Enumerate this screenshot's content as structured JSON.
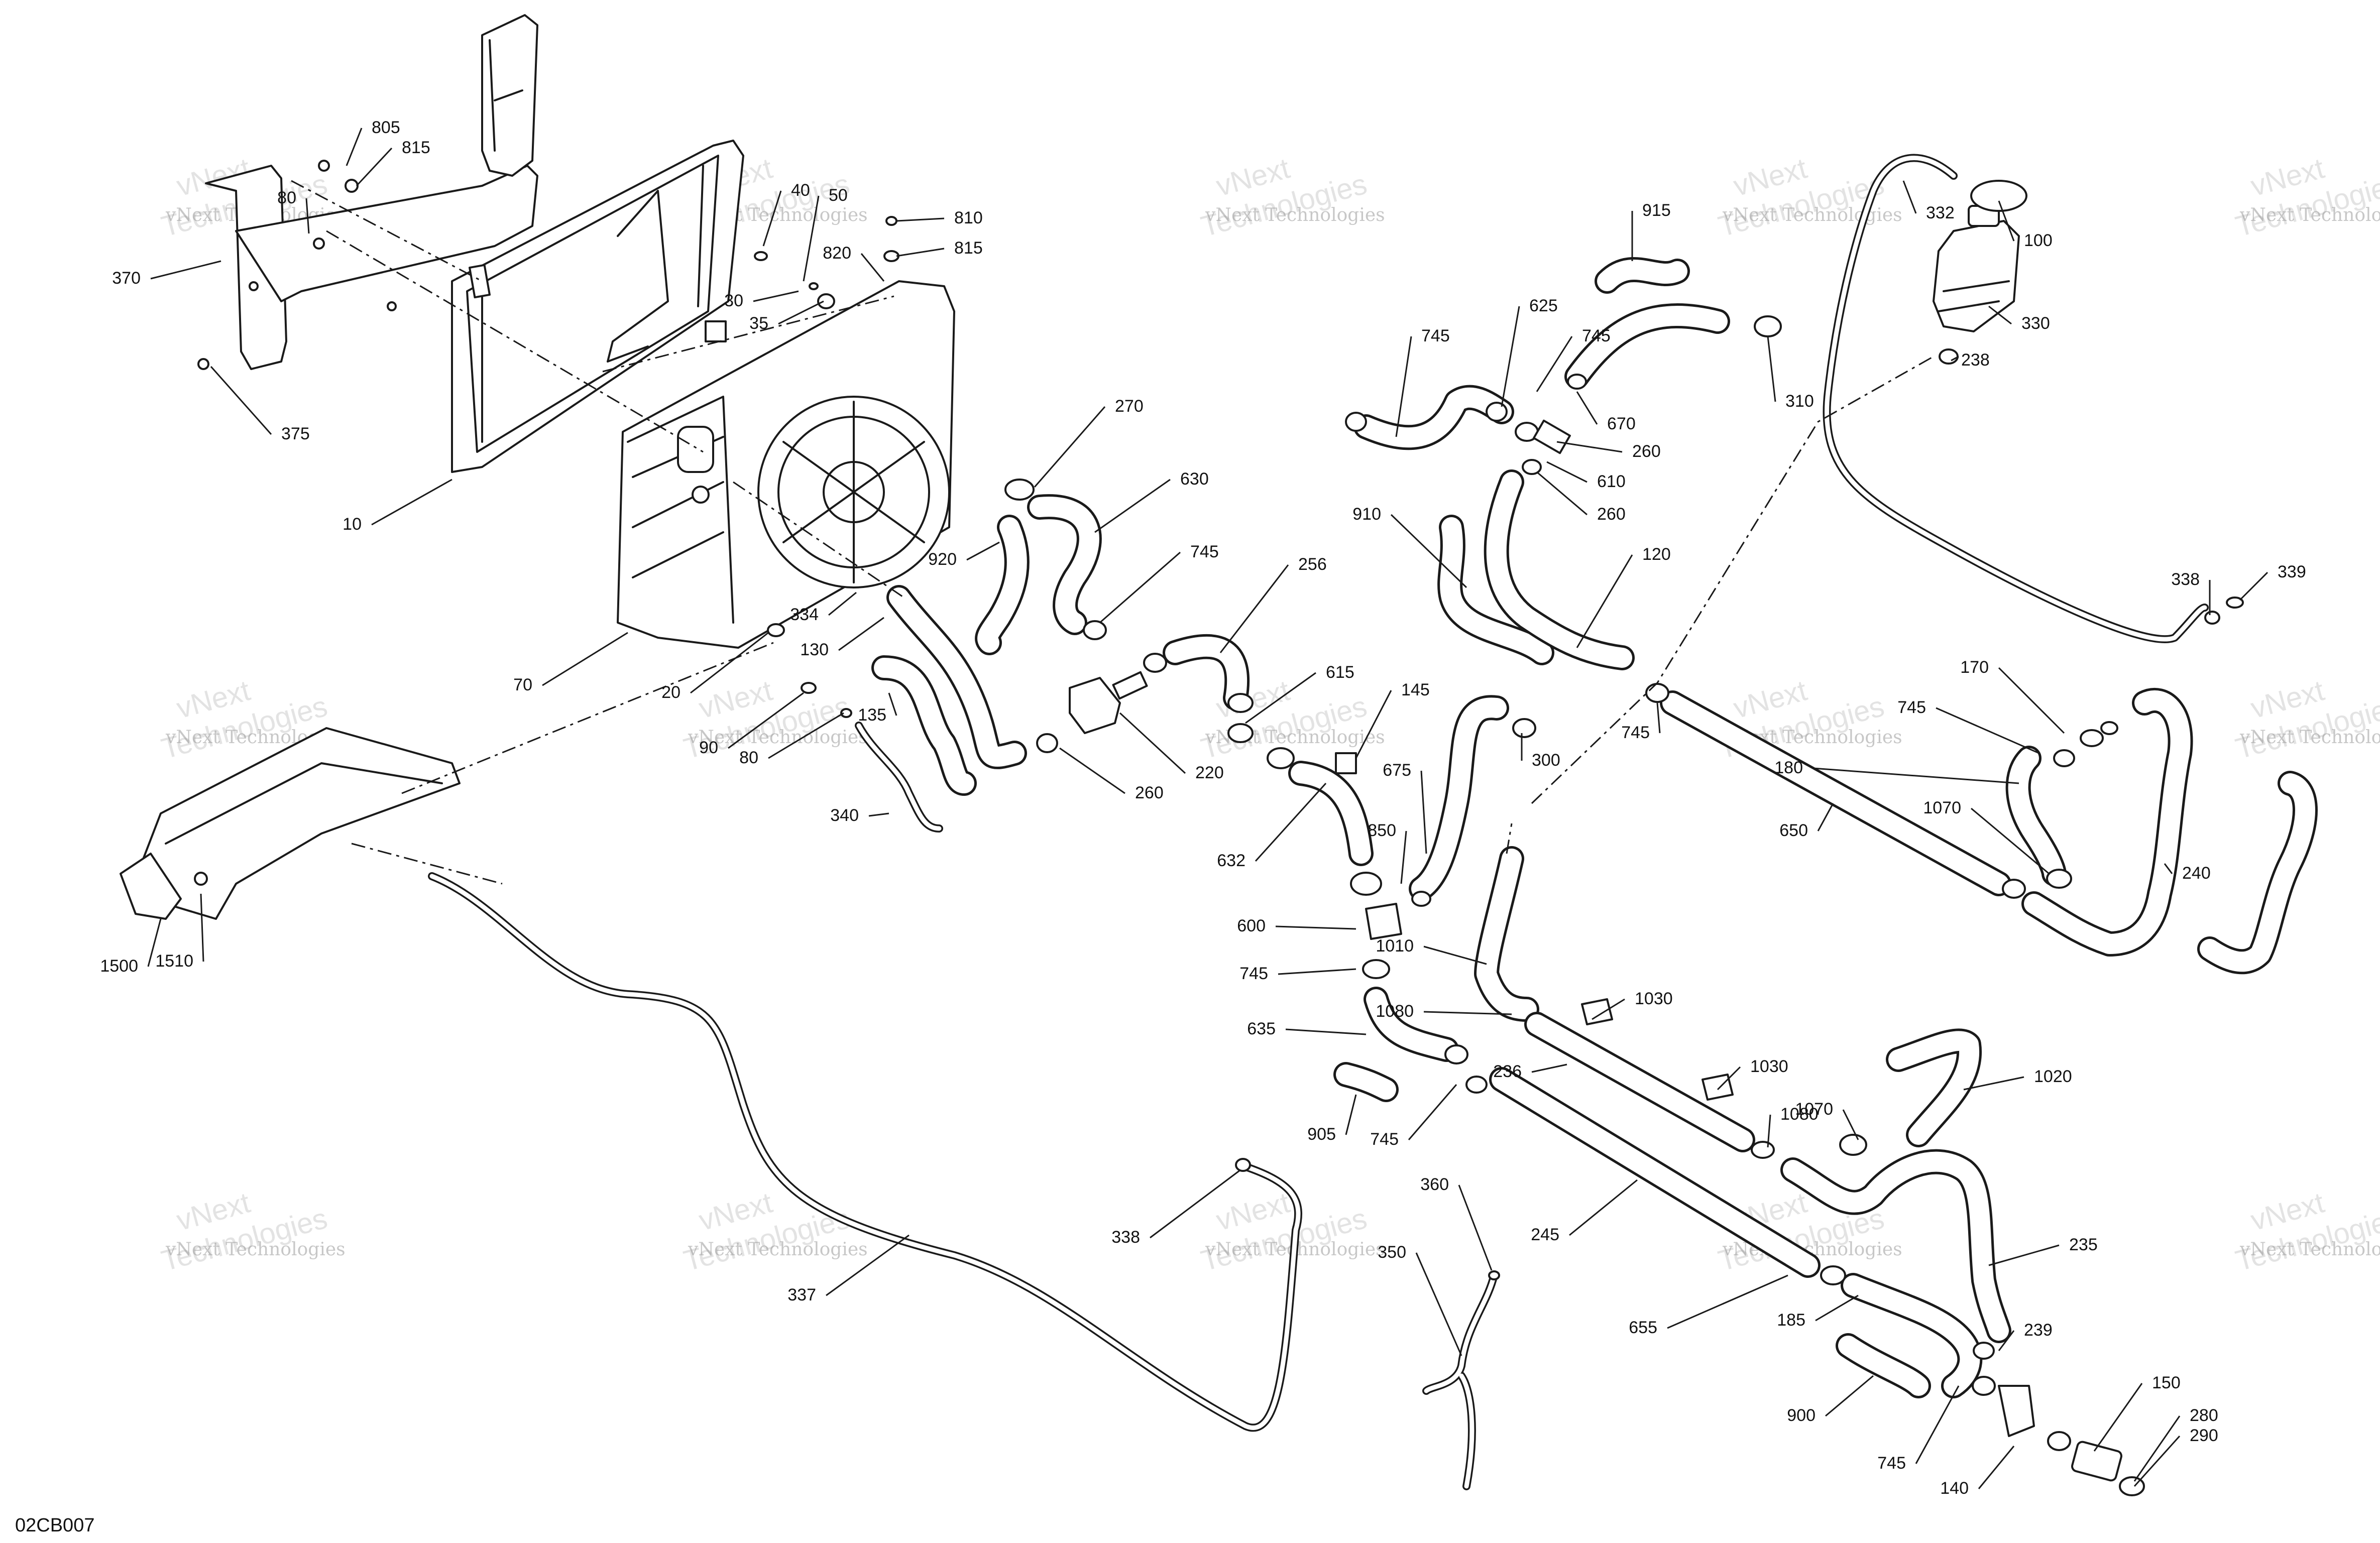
{
  "diagram_code": "02CB007",
  "watermark": {
    "line1": "vNext Technologies",
    "line2": "vNext",
    "line3": "Technologies"
  },
  "callouts": [
    "805",
    "815",
    "80",
    "370",
    "375",
    "10",
    "40",
    "50",
    "810",
    "815",
    "820",
    "30",
    "35",
    "70",
    "20",
    "334",
    "130",
    "90",
    "80",
    "135",
    "340",
    "270",
    "630",
    "920",
    "745",
    "256",
    "220",
    "260",
    "615",
    "145",
    "632",
    "675",
    "850",
    "600",
    "745",
    "635",
    "905",
    "745",
    "300",
    "915",
    "745",
    "625",
    "745",
    "670",
    "310",
    "260",
    "610",
    "260",
    "910",
    "120",
    "745",
    "332",
    "100",
    "330",
    "238",
    "338",
    "339",
    "170",
    "745",
    "180",
    "1070",
    "650",
    "240",
    "1010",
    "1080",
    "1030",
    "236",
    "1030",
    "1080",
    "1070",
    "1020",
    "245",
    "235",
    "655",
    "185",
    "239",
    "900",
    "745",
    "150",
    "140",
    "280",
    "290",
    "1500",
    "1510",
    "338",
    "337",
    "360",
    "350"
  ]
}
